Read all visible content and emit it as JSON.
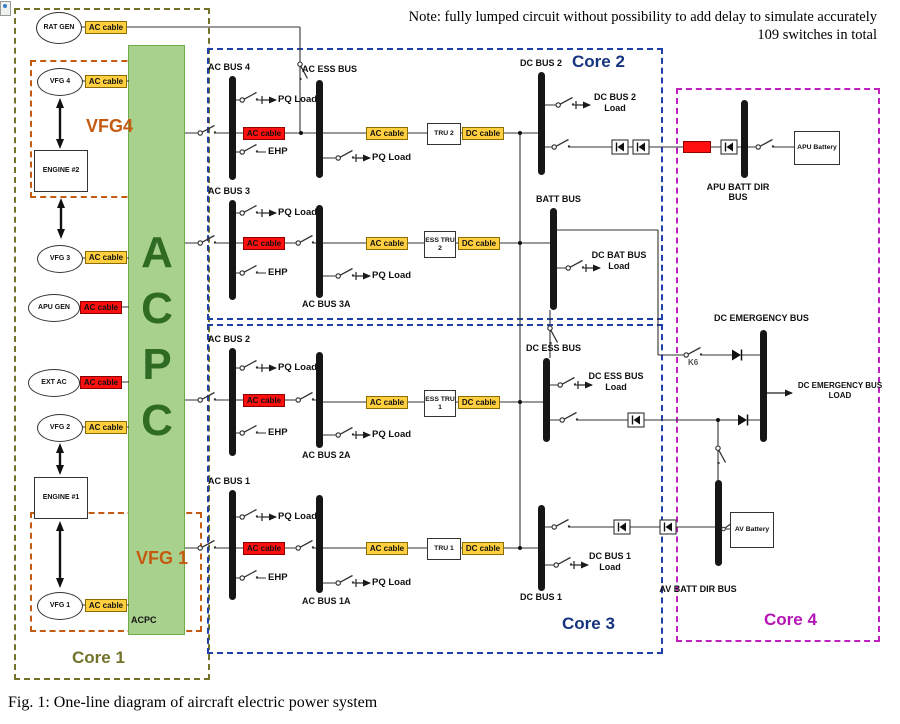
{
  "note": {
    "line1": "Note: fully lumped circuit without possibility to add delay to simulate accurately",
    "line2": "109 switches in total"
  },
  "caption": "Fig. 1: One-line diagram of aircraft electric power system",
  "cores": {
    "core1": "Core 1",
    "core2": "Core 2",
    "core3": "Core 3",
    "core4": "Core 4"
  },
  "colors": {
    "core1_border": "#72722a",
    "core23_border": "#1f3faa",
    "core4_border": "#c01fc0",
    "vfg_group": "#c55a11",
    "acpc_fill": "#a9d18e",
    "acpc_text": "#2f6b22",
    "cable_yellow": "#ffcf40",
    "cable_red": "#ff0f0f",
    "bus_bar": "#161616"
  },
  "generators": {
    "rat": "RAT GEN",
    "vfg4": "VFG 4",
    "vfg3": "VFG 3",
    "apu": "APU GEN",
    "ext": "EXT AC",
    "vfg2": "VFG 2",
    "vfg1": "VFG 1"
  },
  "engines": {
    "engine2": "ENGINE #2",
    "engine1": "ENGINE #1"
  },
  "groups": {
    "vfg4": "VFG4",
    "vfg1": "VFG 1"
  },
  "acpc": {
    "big": "ACPC",
    "small": "ACPC"
  },
  "cables": {
    "ac": "AC cable",
    "dc": "DC cable"
  },
  "buses": {
    "ac_bus4": "AC BUS 4",
    "ac_ess": "AC ESS BUS",
    "ac_bus3": "AC BUS 3",
    "ac_bus3a": "AC BUS 3A",
    "ac_bus2": "AC BUS 2",
    "ac_bus2a": "AC BUS 2A",
    "ac_bus1": "AC BUS 1",
    "ac_bus1a": "AC BUS 1A",
    "dc_bus2": "DC BUS 2",
    "batt": "BATT BUS",
    "dc_ess": "DC ESS BUS",
    "dc_bus1": "DC BUS 1",
    "apu_batt_dir": "APU BATT DIR BUS",
    "dc_emergency": "DC EMERGENCY BUS",
    "av_batt_dir": "AV BATT DIR BUS"
  },
  "loads": {
    "pq": "PQ Load",
    "ehp": "EHP",
    "dc_bus2": "DC BUS 2 Load",
    "dc_bat": "DC BAT BUS Load",
    "dc_ess": "DC ESS BUS Load",
    "dc_bus1": "DC BUS 1 Load",
    "dc_emergency": "DC EMERGENCY BUS LOAD"
  },
  "devices": {
    "tru2": "TRU 2",
    "ess_tru2": "ESS TRU 2",
    "ess_tru1": "ESS TRU 1",
    "tru1": "TRU 1",
    "apu_battery": "APU Battery",
    "av_battery": "AV Battery"
  },
  "switches": {
    "k6": "K6"
  }
}
